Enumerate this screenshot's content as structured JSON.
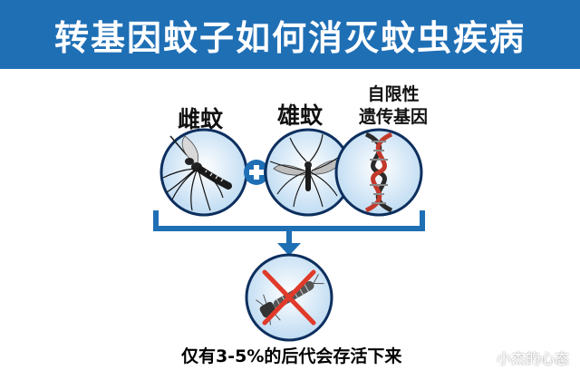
{
  "header": {
    "title": "转基因蚊子如何消灭蚊虫疾病"
  },
  "labels": {
    "female": "雌蚊",
    "male": "雄蚊",
    "gene_line1": "自限性",
    "gene_line2": "遗传基因"
  },
  "caption": "仅有3-5%的后代会存活下来",
  "watermark": "小杰的心态",
  "colors": {
    "banner": "#1f6fb5",
    "bracket": "#1f6fb5",
    "plus_circle": "#1f6fb5",
    "cross": "#e03a2a",
    "circle_fill": "#d7eaf8",
    "circle_border": "#0d2f5e"
  },
  "icons": [
    "female-mosquito-icon",
    "plus-icon",
    "male-mosquito-icon",
    "dna-helix-icon",
    "larva-icon",
    "cross-icon"
  ]
}
